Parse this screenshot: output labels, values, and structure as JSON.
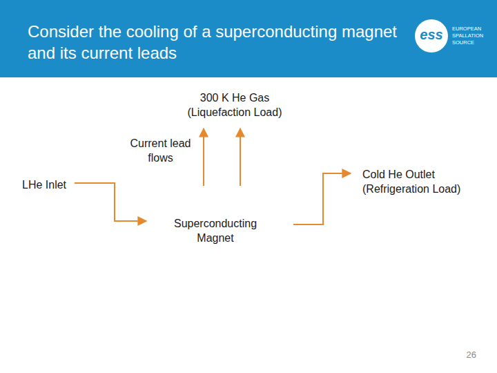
{
  "diagram": {
    "title": "Consider the cooling of a superconducting magnet and its current leads",
    "nodes": [
      {
        "text": [
          "Superconducting Magnet"
        ]
      }
    ],
    "labels": [
      "LHe Inlet",
      "Current lead flows",
      "300 K He Gas (Liquefaction Load)",
      "Cold He Outlet (Refrigeration Load)",
      "ess",
      "EUROPEAN SPALLATION SOURCE",
      "26"
    ]
  }
}
